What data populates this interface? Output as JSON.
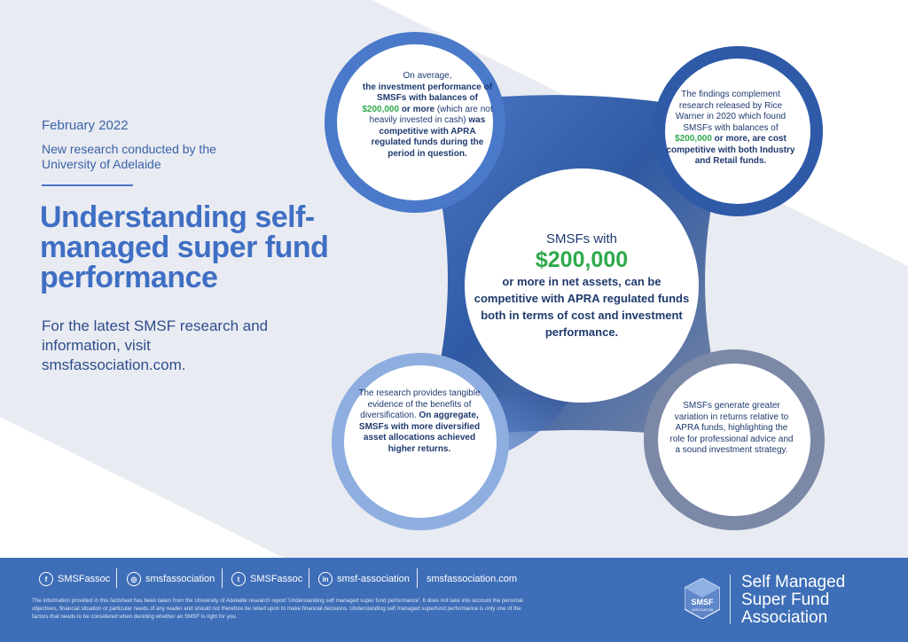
{
  "header": {
    "date": "February 2022",
    "subtitle": "New research conducted by the University of Adelaide",
    "title": "Understanding self-managed super fund performance",
    "cta": "For the latest SMSF research and information, visit smsfassociation.com."
  },
  "circles": {
    "top_left": {
      "p1": "On average,",
      "p2": "the investment performance of SMSFs with balances of",
      "amount": "$200,000",
      "p3": "or more",
      "p4": "(which are not heavily invested in cash)",
      "p5": "was competitive with APRA regulated funds during the period in question."
    },
    "top_right": {
      "p1": "The findings complement research released by Rice Warner in 2020 which found SMSFs with balances of",
      "amount": "$200,000",
      "p2": "or more, are cost competitive with both Industry and Retail funds."
    },
    "bottom_left": {
      "p1": "The research provides tangible evidence of the benefits of diversification.",
      "p2": "On aggregate, SMSFs with more diversified asset allocations achieved higher returns."
    },
    "bottom_right": {
      "p1": "SMSFs generate greater variation in returns relative to APRA funds, highlighting the role for professional advice and a sound investment strategy."
    },
    "center": {
      "line1": "SMSFs with",
      "amount": "$200,000",
      "rest": "or more in net assets, can be competitive with APRA regulated funds both in terms of cost and investment performance."
    }
  },
  "footer": {
    "social": [
      {
        "icon": "facebook-icon",
        "glyph": "f",
        "label": "SMSFassoc"
      },
      {
        "icon": "instagram-icon",
        "glyph": "◎",
        "label": "smsfassociation"
      },
      {
        "icon": "twitter-icon",
        "glyph": "t",
        "label": "SMSFassoc"
      },
      {
        "icon": "linkedin-icon",
        "glyph": "in",
        "label": "smsf-association"
      }
    ],
    "website": "smsfassociation.com",
    "disclaimer": "The information provided in this factsheet has been taken from the University of Adelaide research report 'Understanding self managed super fund performance'. It does not take into account the personal objectives, financial situation or particular needs of any reader and should not therefore be relied upon to make financial decisions. Understanding self managed superfund performance is only one of the factors that needs to be considered when deciding whether an SMSF is right for you.",
    "logo_mark": "SMSF",
    "logo_mark_sub": "ASSOCIATION",
    "logo_lines": [
      "Self Managed",
      "Super Fund",
      "Association"
    ]
  },
  "colors": {
    "brand_blue": "#3e6eb7",
    "title_blue": "#3f6fc4",
    "accent_green": "#2fa94a",
    "dark_navy": "#1f3a6e"
  }
}
